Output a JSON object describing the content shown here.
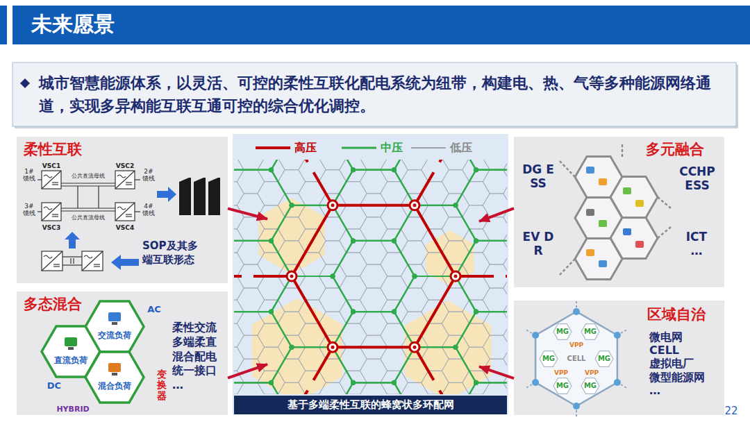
{
  "diagram": {
    "title": "未来愿景",
    "nodes": [
      {
        "text": [
          "城市智慧能源体系，以灵活、可控的柔性互联化配电系统为纽带，构建电、热、气等多种能源网络通道，实现多异构能互联互通可控的综合优化调控。"
        ]
      },
      {
        "text": [
          "柔性互联",
          "SOP及其多端互联形态"
        ]
      },
      {
        "text": [
          "多态混合",
          "柔性交流 多端柔直 混合配电 统一接口 …"
        ]
      },
      {
        "text": [
          "交流负荷"
        ],
        "in": 2
      },
      {
        "text": [
          "直流负荷"
        ],
        "in": 2
      },
      {
        "text": [
          "混合负荷"
        ],
        "in": 2
      },
      {
        "text": [
          "基于多端柔性互联的蜂窝状多环配网"
        ]
      },
      {
        "text": [
          "多元融合"
        ]
      },
      {
        "text": [
          "区域自治",
          "微电网 CELL 虚拟电厂 微型能源网 …"
        ]
      }
    ],
    "edges": [
      {
        "from": 1,
        "to": 6,
        "arrow": "to"
      },
      {
        "from": 2,
        "to": 6,
        "arrow": "to"
      },
      {
        "from": 7,
        "to": 6,
        "arrow": "to"
      },
      {
        "from": 8,
        "to": 6,
        "arrow": "to"
      }
    ],
    "labels": [
      "1#馈线",
      "VSC1",
      "公共直流母线",
      "VSC2",
      "2#馈线",
      "3#馈线",
      "4#馈线",
      "公共直流母线",
      "VSC3",
      "VSC4",
      "AC",
      "DC",
      "HYBRID",
      "变换器",
      "DG ESS",
      "CCHP ESS",
      "EV DR",
      "ICT …",
      "MG",
      "MG",
      "VPP",
      "MG",
      "CELL",
      "MG",
      "VPP",
      "VPP",
      "MG",
      "MG",
      "22"
    ],
    "legend": [
      {
        "text": "高压"
      },
      {
        "text": "中压"
      },
      {
        "text": "低压"
      }
    ]
  }
}
